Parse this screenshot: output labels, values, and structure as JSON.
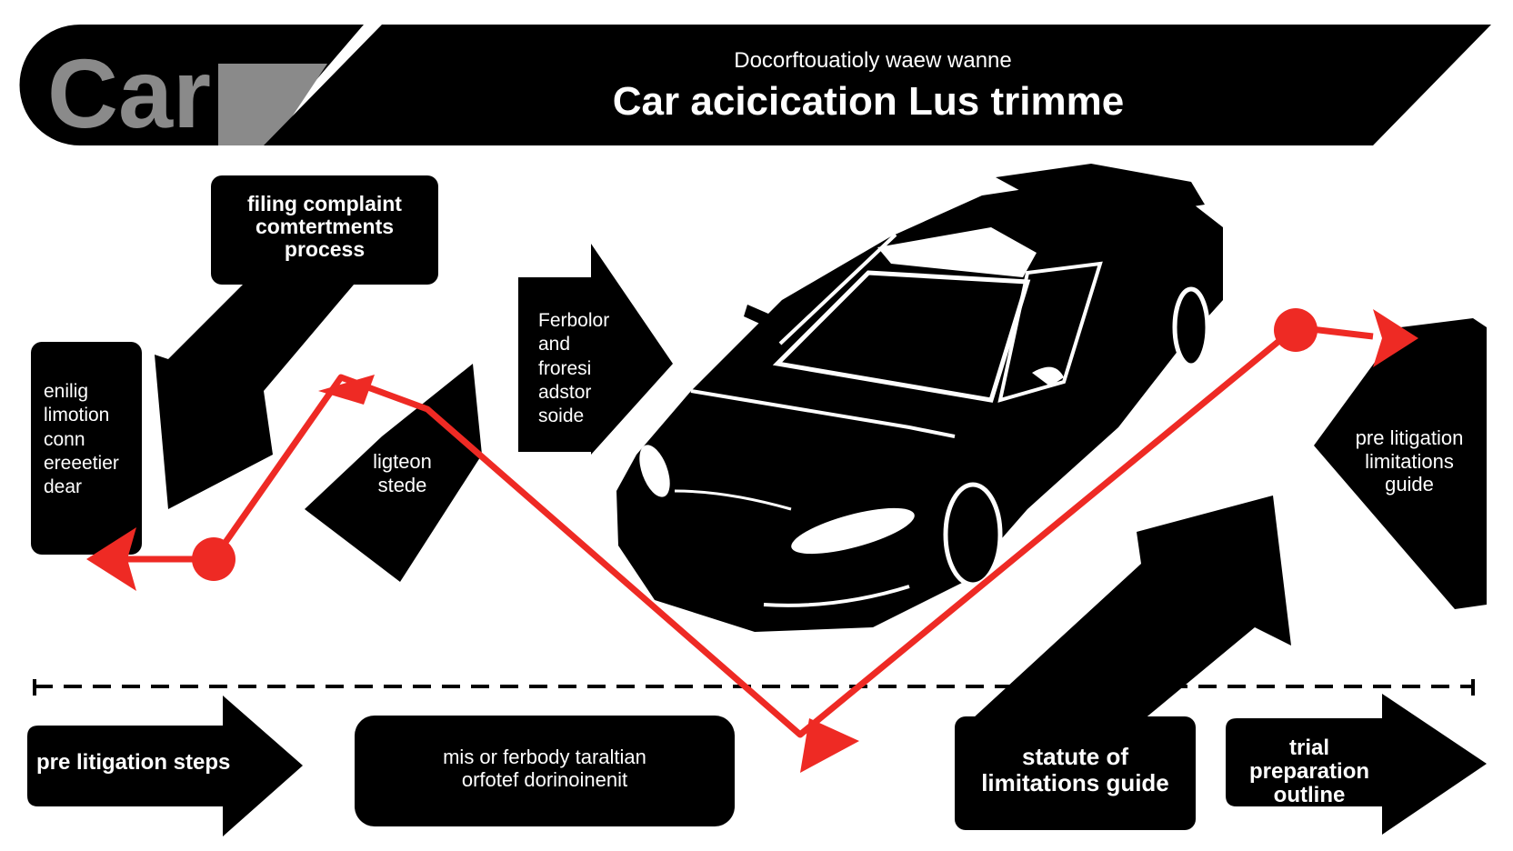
{
  "header": {
    "logo_text": "Car",
    "subtitle": "Docorftouatioly waew wanne",
    "title": "Car acicication Lus trimme"
  },
  "nodes": {
    "filing_complaint": "filing complaint\ncomtertments\nprocess",
    "left_box": "enilig\nlimotion\nconn\nereeetier\ndear",
    "center_box": "ligteon\nstede",
    "mid_box": "Ferbolor\nand\nfroresi\nadstor\nsoide",
    "right_box": "pre litigation\nlimitations\nguide",
    "pre_litigation_steps": "pre litigation steps",
    "middle_bottom": "mis or ferbody taraltian\norfotef dorinoinenit",
    "statute": "statute of\nlimitations guide",
    "trial_prep": "trial preparation\noutline"
  },
  "colors": {
    "ink": "#000000",
    "accent": "#ee2a24",
    "logo_gray": "#8a8a8a",
    "background": "#ffffff"
  },
  "icons": [
    "car-icon",
    "arrow-icon",
    "red-flow-line"
  ]
}
